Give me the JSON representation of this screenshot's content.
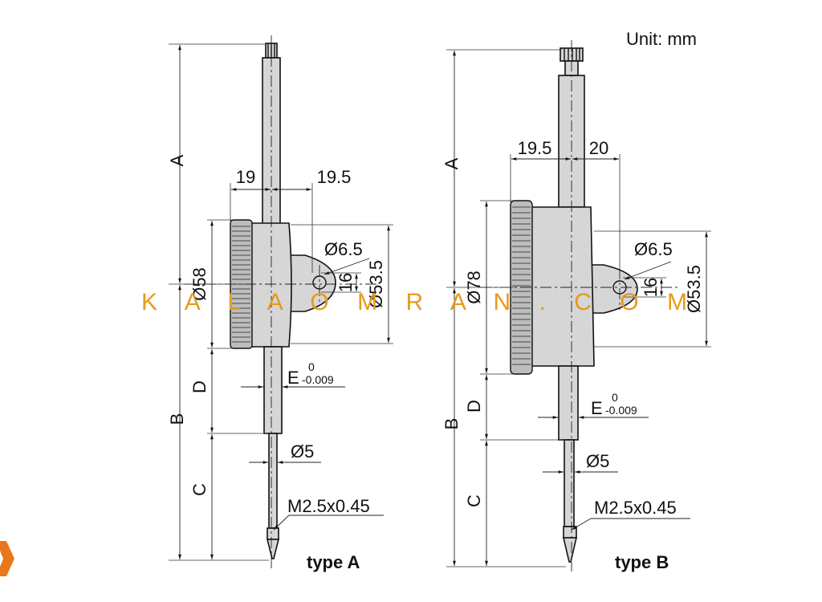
{
  "unit_label": "Unit: mm",
  "watermark": "K A L A O M R A N . C O M",
  "type_a": {
    "title": "type A",
    "dim_A": "A",
    "dim_B": "B",
    "dim_C": "C",
    "dim_D": "D",
    "dim_19": "19",
    "dim_19_5": "19.5",
    "dia_58": "Ø58",
    "dia_6_5": "Ø6.5",
    "dim_16": "16",
    "dia_53_5": "Ø53.5",
    "tol_E": "E",
    "tol_upper": "0",
    "tol_lower": "-0.009",
    "dia_5": "Ø5",
    "thread": "M2.5x0.45"
  },
  "type_b": {
    "title": "type B",
    "dim_A": "A",
    "dim_B": "B",
    "dim_C": "C",
    "dim_D": "D",
    "dim_19_5": "19.5",
    "dim_20": "20",
    "dia_78": "Ø78",
    "dia_6_5": "Ø6.5",
    "dim_16": "16",
    "dia_53_5": "Ø53.5",
    "tol_E": "E",
    "tol_upper": "0",
    "tol_lower": "-0.009",
    "dia_5": "Ø5",
    "thread": "M2.5x0.45"
  }
}
